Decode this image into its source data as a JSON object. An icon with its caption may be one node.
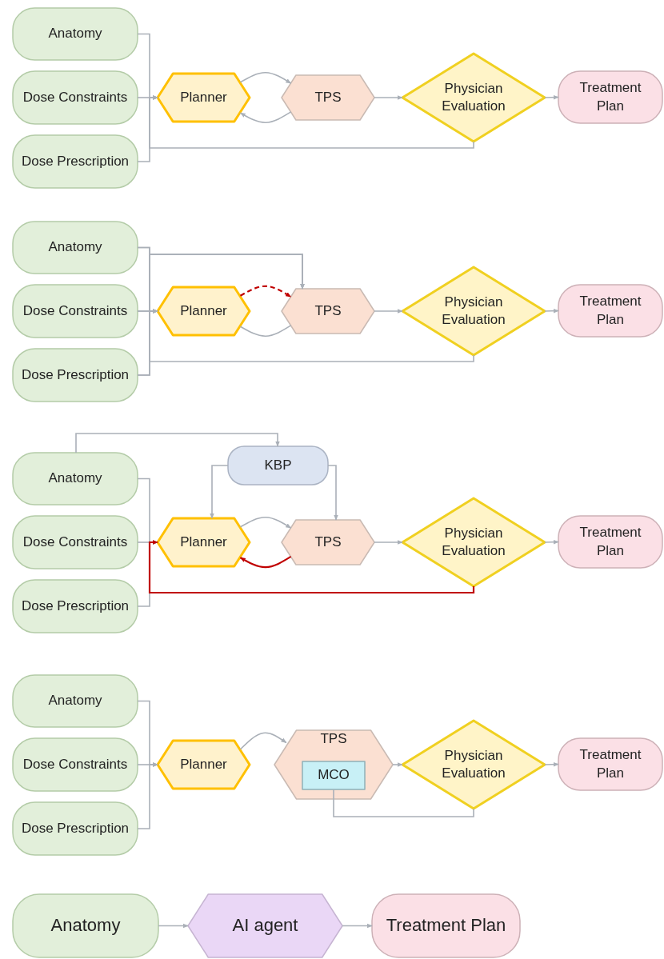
{
  "diagram": {
    "nodes": [
      {
        "text": [
          "Anatomy"
        ]
      },
      {
        "text": [
          "Dose Constraints"
        ]
      },
      {
        "text": [
          "Dose Prescription"
        ]
      },
      {
        "text": [
          "Planner"
        ]
      },
      {
        "text": [
          "TPS"
        ]
      },
      {
        "text": [
          "Physician Evaluation"
        ]
      },
      {
        "text": [
          "Treatment Plan"
        ]
      },
      {
        "text": [
          "Anatomy"
        ]
      },
      {
        "text": [
          "Dose Constraints"
        ]
      },
      {
        "text": [
          "Dose Prescription"
        ]
      },
      {
        "text": [
          "Planner"
        ]
      },
      {
        "text": [
          "TPS"
        ]
      },
      {
        "text": [
          "Physician Evaluation"
        ]
      },
      {
        "text": [
          "Treatment Plan"
        ]
      },
      {
        "text": [
          "Anatomy"
        ]
      },
      {
        "text": [
          "Dose Constraints"
        ]
      },
      {
        "text": [
          "Dose Prescription"
        ]
      },
      {
        "text": [
          "KBP"
        ]
      },
      {
        "text": [
          "Planner"
        ]
      },
      {
        "text": [
          "TPS"
        ]
      },
      {
        "text": [
          "Physician Evaluation"
        ]
      },
      {
        "text": [
          "Treatment Plan"
        ]
      },
      {
        "text": [
          "Anatomy"
        ]
      },
      {
        "text": [
          "Dose Constraints"
        ]
      },
      {
        "text": [
          "Dose Prescription"
        ]
      },
      {
        "text": [
          "Planner"
        ]
      },
      {
        "text": [
          "TPS"
        ]
      },
      {
        "text": [
          "MCO"
        ],
        "in": 26
      },
      {
        "text": [
          "Physician Evaluation"
        ]
      },
      {
        "text": [
          "Treatment Plan"
        ]
      },
      {
        "text": [
          "Anatomy"
        ]
      },
      {
        "text": [
          "AI agent"
        ]
      },
      {
        "text": [
          "Treatment Plan"
        ]
      }
    ],
    "edges": [
      {
        "from": 0,
        "to": 3,
        "arrow": "to"
      },
      {
        "from": 1,
        "to": 3,
        "arrow": "to"
      },
      {
        "from": 2,
        "to": 3,
        "arrow": "to"
      },
      {
        "from": 3,
        "to": 4,
        "arrow": "to"
      },
      {
        "from": 4,
        "to": 3,
        "arrow": "to"
      },
      {
        "from": 4,
        "to": 5,
        "arrow": "to"
      },
      {
        "from": 5,
        "to": 3,
        "arrow": "to"
      },
      {
        "from": 5,
        "to": 6,
        "arrow": "to"
      },
      {
        "from": 7,
        "to": 10,
        "arrow": "to"
      },
      {
        "from": 8,
        "to": 10,
        "arrow": "to"
      },
      {
        "from": 9,
        "to": 10,
        "arrow": "to"
      },
      {
        "from": 7,
        "to": 11,
        "arrow": "to"
      },
      {
        "from": 8,
        "to": 11,
        "arrow": "to"
      },
      {
        "from": 9,
        "to": 11,
        "arrow": "to"
      },
      {
        "from": 10,
        "to": 11,
        "arrow": "to",
        "style": "dashed",
        "color": "#c00000"
      },
      {
        "from": 11,
        "to": 10,
        "arrow": "none"
      },
      {
        "from": 11,
        "to": 12,
        "arrow": "to"
      },
      {
        "from": 12,
        "to": 10,
        "arrow": "to"
      },
      {
        "from": 12,
        "to": 13,
        "arrow": "to"
      },
      {
        "from": 14,
        "to": 17,
        "arrow": "to"
      },
      {
        "from": 17,
        "to": 18,
        "arrow": "to"
      },
      {
        "from": 17,
        "to": 19,
        "arrow": "to"
      },
      {
        "from": 14,
        "to": 18,
        "arrow": "to"
      },
      {
        "from": 15,
        "to": 18,
        "arrow": "to"
      },
      {
        "from": 16,
        "to": 18,
        "arrow": "to"
      },
      {
        "from": 18,
        "to": 19,
        "arrow": "to"
      },
      {
        "from": 19,
        "to": 18,
        "arrow": "to",
        "color": "#c00000"
      },
      {
        "from": 19,
        "to": 20,
        "arrow": "to"
      },
      {
        "from": 20,
        "to": 18,
        "arrow": "to",
        "color": "#c00000"
      },
      {
        "from": 20,
        "to": 21,
        "arrow": "to"
      },
      {
        "from": 22,
        "to": 25,
        "arrow": "to"
      },
      {
        "from": 23,
        "to": 25,
        "arrow": "to"
      },
      {
        "from": 24,
        "to": 25,
        "arrow": "to"
      },
      {
        "from": 25,
        "to": 26,
        "arrow": "to"
      },
      {
        "from": 26,
        "to": 28,
        "arrow": "to"
      },
      {
        "from": 28,
        "to": 27,
        "arrow": "none"
      },
      {
        "from": 28,
        "to": 29,
        "arrow": "to"
      },
      {
        "from": 30,
        "to": 31,
        "arrow": "to"
      },
      {
        "from": 31,
        "to": 32,
        "arrow": "to"
      }
    ]
  }
}
